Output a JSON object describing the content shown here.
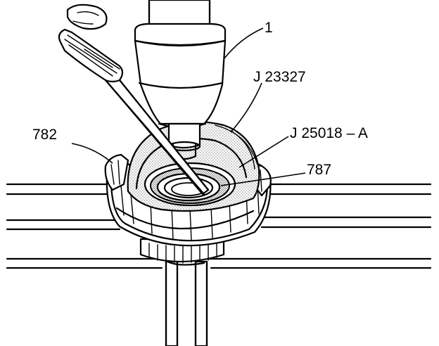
{
  "callouts": {
    "c1": "1",
    "j23327": "J 23327",
    "j25018a": "J 25018 – A",
    "c787": "787",
    "c782": "782"
  }
}
